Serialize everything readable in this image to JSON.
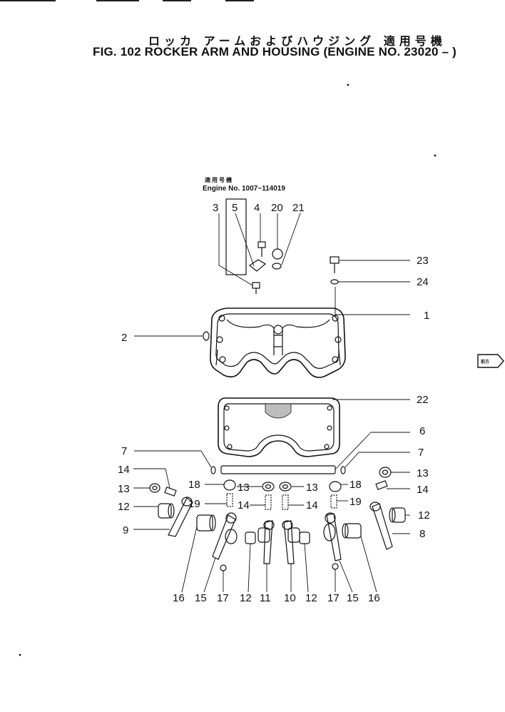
{
  "header": {
    "title_jp": "ロッカ アームおよびハウジング 適用号機",
    "title_en": "FIG. 102  ROCKER ARM AND HOUSING (ENGINE NO. 23020 –  )"
  },
  "applicability": {
    "label_jp": "適用号機",
    "engine_range": "Engine No. 1007~114019"
  },
  "page_tab": {
    "label": "前方"
  },
  "part_numbers": {
    "p1": "1",
    "p2": "2",
    "p3": "3",
    "p4": "4",
    "p5": "5",
    "p6": "6",
    "p7a": "7",
    "p7b": "7",
    "p8": "8",
    "p9": "9",
    "p10": "10",
    "p11": "11",
    "p12a": "12",
    "p12b": "12",
    "p12c": "12",
    "p12d": "12",
    "p13a": "13",
    "p13b": "13",
    "p13c": "13",
    "p13d": "13",
    "p14a": "14",
    "p14b": "14",
    "p14c": "14",
    "p14d": "14",
    "p15a": "15",
    "p15b": "15",
    "p16a": "16",
    "p16b": "16",
    "p17a": "17",
    "p17b": "17",
    "p18a": "18",
    "p18b": "18",
    "p19a": "19",
    "p19b": "19",
    "p20": "20",
    "p21": "21",
    "p22": "22",
    "p23": "23",
    "p24": "24"
  },
  "colors": {
    "ink": "#111111",
    "paper": "#ffffff",
    "shade": "#bdbdbd"
  }
}
